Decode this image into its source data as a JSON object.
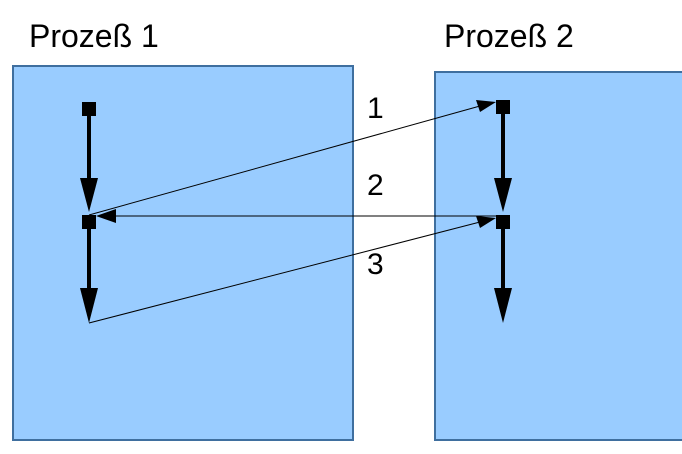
{
  "processes": [
    {
      "label": "Prozeß 1",
      "fill": "#99ccff"
    },
    {
      "label": "Prozeß 2",
      "fill": "#99ccff"
    }
  ],
  "messages": [
    {
      "label": "1"
    },
    {
      "label": "2"
    },
    {
      "label": "3"
    }
  ],
  "colors": {
    "box_fill": "#99ccff",
    "box_stroke": "#3f6f9f",
    "ink": "#000000"
  }
}
